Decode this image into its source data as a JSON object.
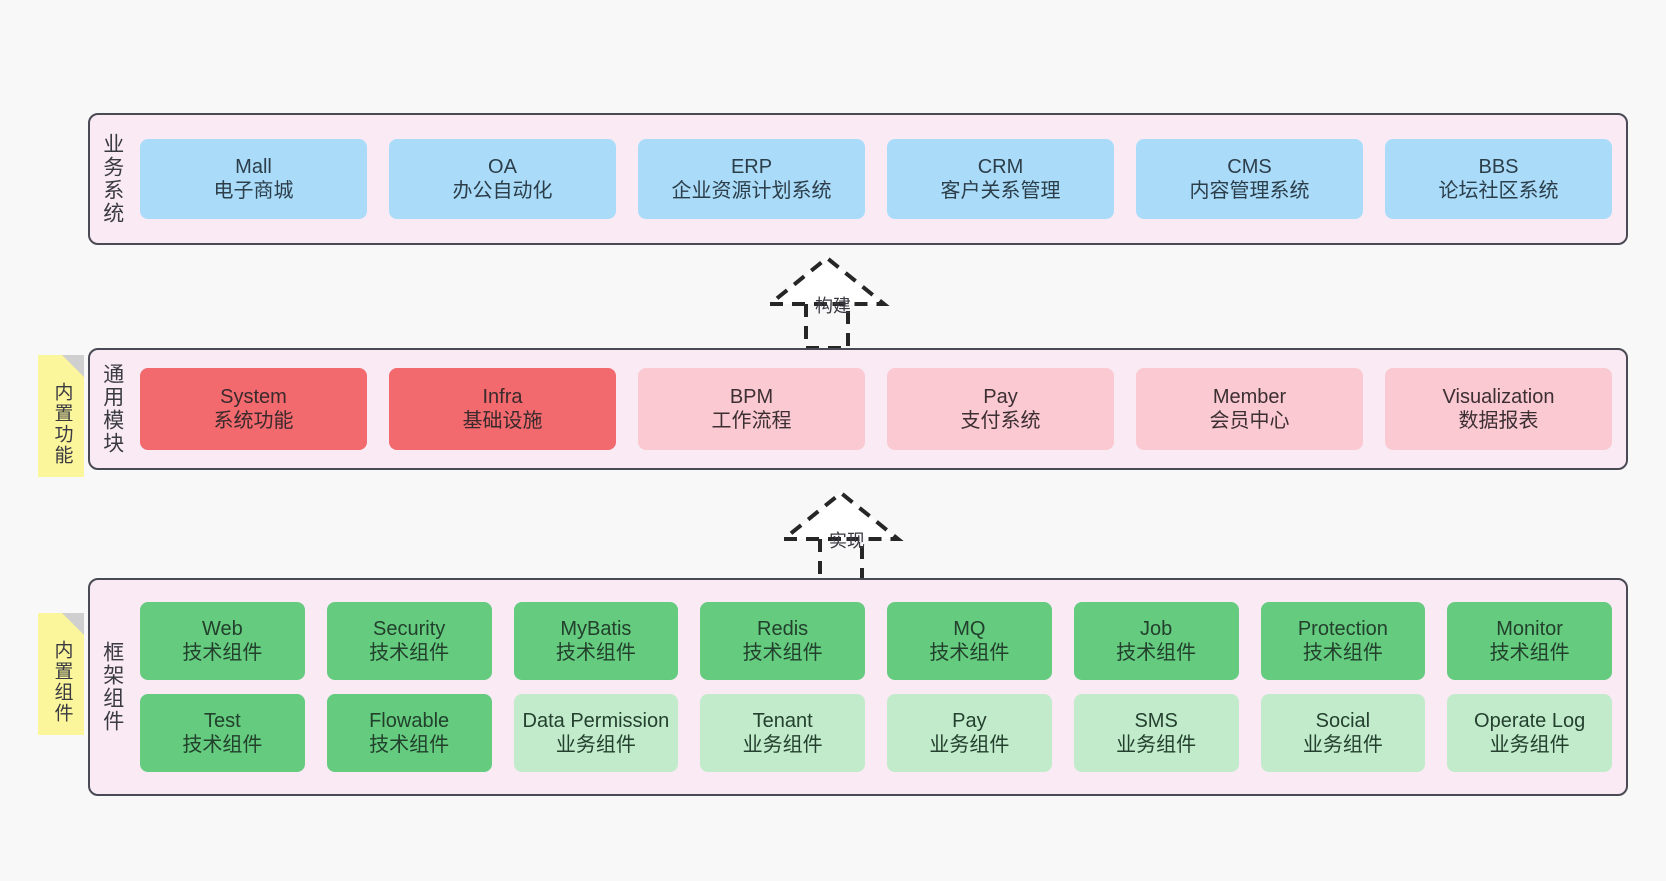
{
  "diagram": {
    "background": "#f8f8f8",
    "layers": [
      {
        "key": "business",
        "title": "业务系统",
        "nodes": [
          {
            "name": "Mall",
            "desc": "电子商城",
            "style": "blue"
          },
          {
            "name": "OA",
            "desc": "办公自动化",
            "style": "blue"
          },
          {
            "name": "ERP",
            "desc": "企业资源计划系统",
            "style": "blue"
          },
          {
            "name": "CRM",
            "desc": "客户关系管理",
            "style": "blue"
          },
          {
            "name": "CMS",
            "desc": "内容管理系统",
            "style": "blue"
          },
          {
            "name": "BBS",
            "desc": "论坛社区系统",
            "style": "blue"
          }
        ]
      },
      {
        "key": "general",
        "title": "通用模块",
        "sticky": "内置功能",
        "nodes": [
          {
            "name": "System",
            "desc": "系统功能",
            "style": "red"
          },
          {
            "name": "Infra",
            "desc": "基础设施",
            "style": "red"
          },
          {
            "name": "BPM",
            "desc": "工作流程",
            "style": "pink"
          },
          {
            "name": "Pay",
            "desc": "支付系统",
            "style": "pink"
          },
          {
            "name": "Member",
            "desc": "会员中心",
            "style": "pink"
          },
          {
            "name": "Visualization",
            "desc": "数据报表",
            "style": "pink"
          }
        ]
      },
      {
        "key": "framework",
        "title": "框架组件",
        "sticky": "内置组件",
        "rows": [
          [
            {
              "name": "Web",
              "desc": "技术组件",
              "style": "green"
            },
            {
              "name": "Security",
              "desc": "技术组件",
              "style": "green"
            },
            {
              "name": "MyBatis",
              "desc": "技术组件",
              "style": "green"
            },
            {
              "name": "Redis",
              "desc": "技术组件",
              "style": "green"
            },
            {
              "name": "MQ",
              "desc": "技术组件",
              "style": "green"
            },
            {
              "name": "Job",
              "desc": "技术组件",
              "style": "green"
            },
            {
              "name": "Protection",
              "desc": "技术组件",
              "style": "green"
            },
            {
              "name": "Monitor",
              "desc": "技术组件",
              "style": "green"
            }
          ],
          [
            {
              "name": "Test",
              "desc": "技术组件",
              "style": "green"
            },
            {
              "name": "Flowable",
              "desc": "技术组件",
              "style": "green"
            },
            {
              "name": "Data Permission",
              "desc": "业务组件",
              "style": "lightgreen"
            },
            {
              "name": "Tenant",
              "desc": "业务组件",
              "style": "lightgreen"
            },
            {
              "name": "Pay",
              "desc": "业务组件",
              "style": "lightgreen"
            },
            {
              "name": "SMS",
              "desc": "业务组件",
              "style": "lightgreen"
            },
            {
              "name": "Social",
              "desc": "业务组件",
              "style": "lightgreen"
            },
            {
              "name": "Operate Log",
              "desc": "业务组件",
              "style": "lightgreen"
            }
          ]
        ]
      }
    ],
    "connectors": [
      {
        "key": "build",
        "label": "构建"
      },
      {
        "key": "implement",
        "label": "实现"
      }
    ],
    "colors": {
      "panel_fill": "#f9eaf4",
      "panel_border": "#4a4a55",
      "blue": "#aadcfa",
      "red": "#f2696e",
      "pink": "#fbc9d2",
      "green": "#64cb7f",
      "light_green": "#c2ebcc",
      "sticky_yellow": "#fbf59c",
      "sticky_fold": "#cfcfcf",
      "connector": "#262626"
    }
  }
}
